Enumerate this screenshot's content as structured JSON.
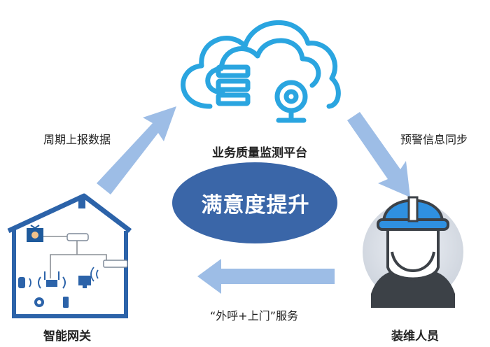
{
  "nodes": {
    "platform": "业务质量监测平台",
    "gateway": "智能网关",
    "staff": "装维人员"
  },
  "arrows": {
    "report": "周期上报数据",
    "alert": "预警信息同步",
    "service": "“外呼+上门”服务"
  },
  "center": "满意度提升",
  "colors": {
    "arrow": "#9dbde6",
    "ellipse": "#3a66a8",
    "cloud": "#2aa5e0",
    "house": "#2c63a9",
    "helmet": "#2f90e0"
  }
}
